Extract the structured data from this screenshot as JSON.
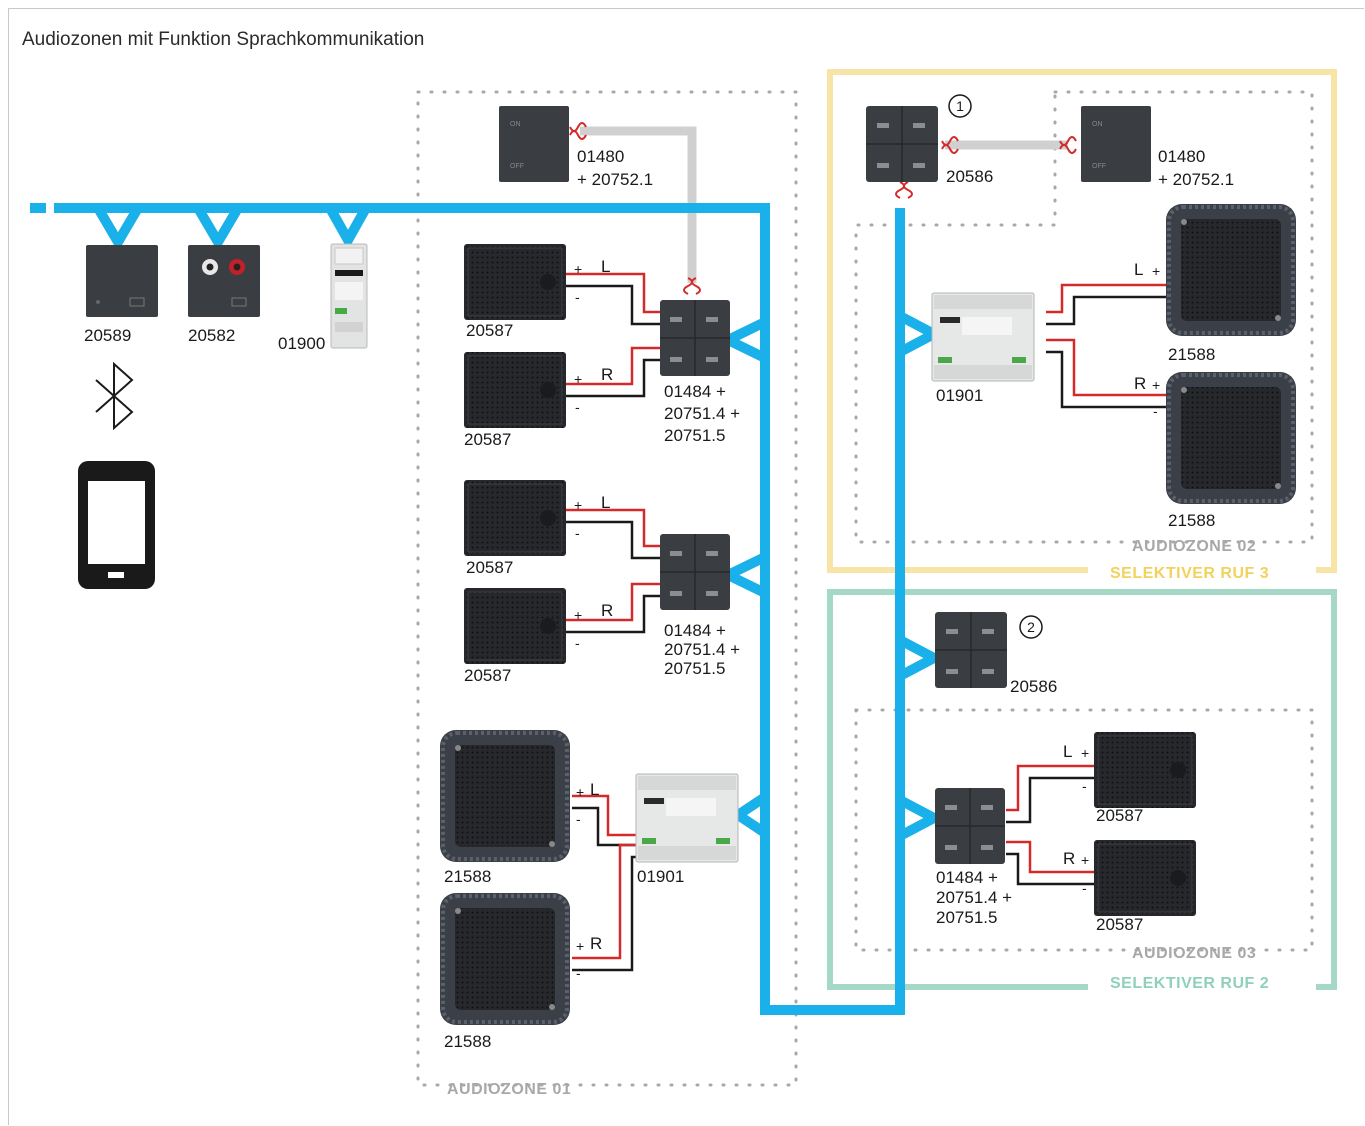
{
  "title": "Audiozonen mit Funktion Sprachkommunikation",
  "colors": {
    "bus": "#1ab0ea",
    "zone_border": "#a8a8a8",
    "ruf3": "#f8e4a6",
    "ruf2": "#a6d8c8",
    "wire_red": "#d42a2a",
    "wire_black": "#1a1a1a",
    "device": "#3a3d42"
  },
  "source_devices": {
    "bluetooth_module": "20589",
    "rca_input": "20582",
    "power_supply": "01900"
  },
  "zone01": {
    "label": "AUDIOZONE 01",
    "switch": {
      "line1": "01480",
      "line2": "+ 20752.1"
    },
    "group1": {
      "speaker_left": "20587",
      "speaker_right": "20587",
      "amp": {
        "line1": "01484 +",
        "line2": "20751.4 +",
        "line3": "20751.5"
      }
    },
    "group2": {
      "speaker_left": "20587",
      "speaker_right": "20587",
      "amp": {
        "line1": "01484 +",
        "line2": "20751.4 +",
        "line3": "20751.5"
      }
    },
    "group3": {
      "speaker_left": "21588",
      "speaker_right": "21588",
      "amp": "01901"
    }
  },
  "zone02": {
    "label": "AUDIOZONE 02",
    "call_label": "SELEKTIVER RUF 3",
    "intercom": "20586",
    "marker": "1",
    "switch": {
      "line1": "01480",
      "line2": "+ 20752.1"
    },
    "amp": "01901",
    "speaker_left": "21588",
    "speaker_right": "21588"
  },
  "zone03": {
    "label": "AUDIOZONE 03",
    "call_label": "SELEKTIVER RUF 2",
    "intercom": "20586",
    "marker": "2",
    "amp": {
      "line1": "01484 +",
      "line2": "20751.4 +",
      "line3": "20751.5"
    },
    "speaker_left": "20587",
    "speaker_right": "20587"
  },
  "channels": {
    "left": "L",
    "right": "R",
    "plus": "+",
    "minus": "-"
  }
}
